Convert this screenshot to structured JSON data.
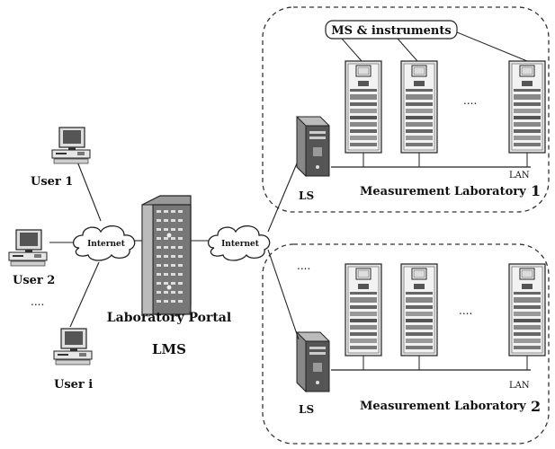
{
  "users": [
    {
      "label": "User 1"
    },
    {
      "label": "User 2"
    },
    {
      "label": "User i"
    }
  ],
  "users_ellipsis": "....",
  "clouds": {
    "left": "Internet",
    "right": "Internet"
  },
  "portal": {
    "label": "Laboratory Portal",
    "sublabel": "LMS"
  },
  "labs": [
    {
      "ms_label": "MS & instruments",
      "ellipsis": "....",
      "lan": "LAN",
      "ls": "LS",
      "title": "Measurement Laboratory",
      "number": "1"
    },
    {
      "ellipsis_top": "....",
      "ellipsis": "....",
      "lan": "LAN",
      "ls": "LS",
      "title": "Measurement Laboratory",
      "number": "2"
    }
  ]
}
